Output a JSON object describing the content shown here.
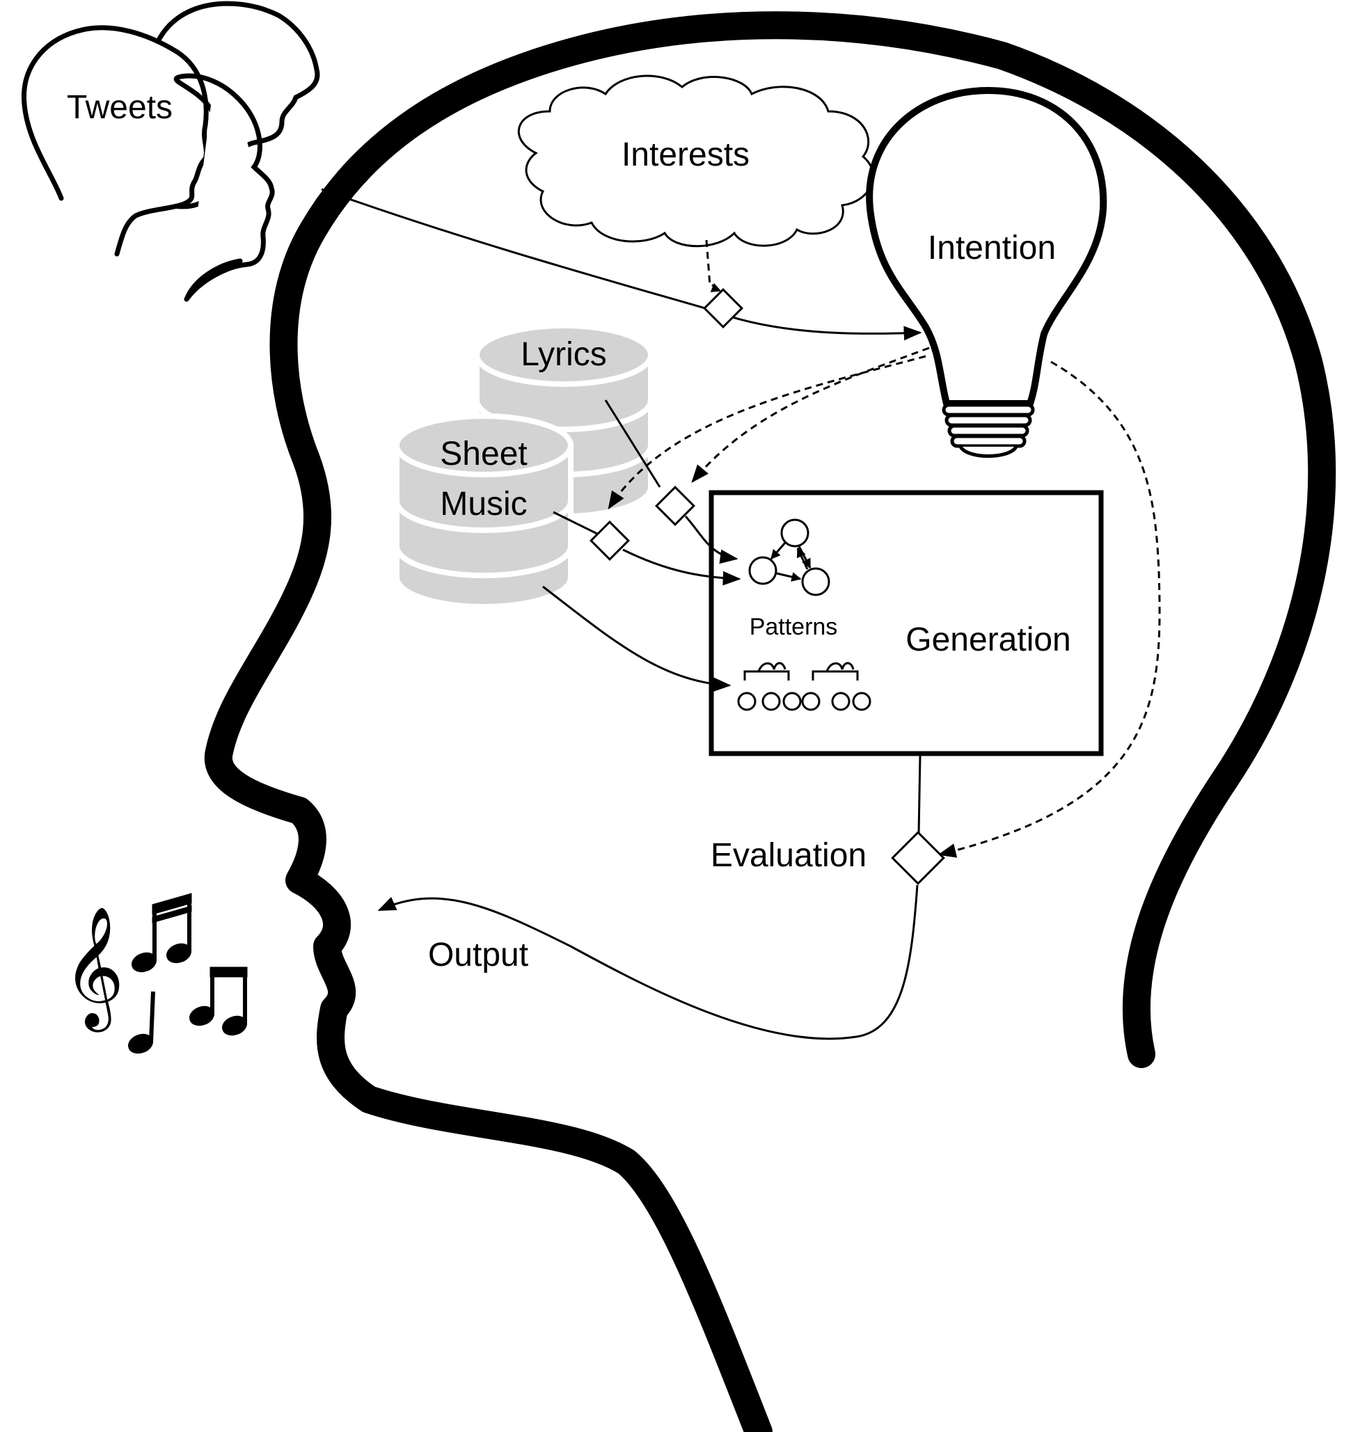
{
  "labels": {
    "tweets": "Tweets",
    "interests": "Interests",
    "intention": "Intention",
    "lyrics": "Lyrics",
    "sheet_music_line1": "Sheet",
    "sheet_music_line2": "Music",
    "patterns": "Patterns",
    "generation": "Generation",
    "evaluation": "Evaluation",
    "output": "Output"
  },
  "colors": {
    "ink": "#000000",
    "database": "#d3d3d3",
    "background": "#ffffff"
  },
  "icons": {
    "clef": "treble-clef-icon",
    "notes": "music-notes-icon"
  }
}
